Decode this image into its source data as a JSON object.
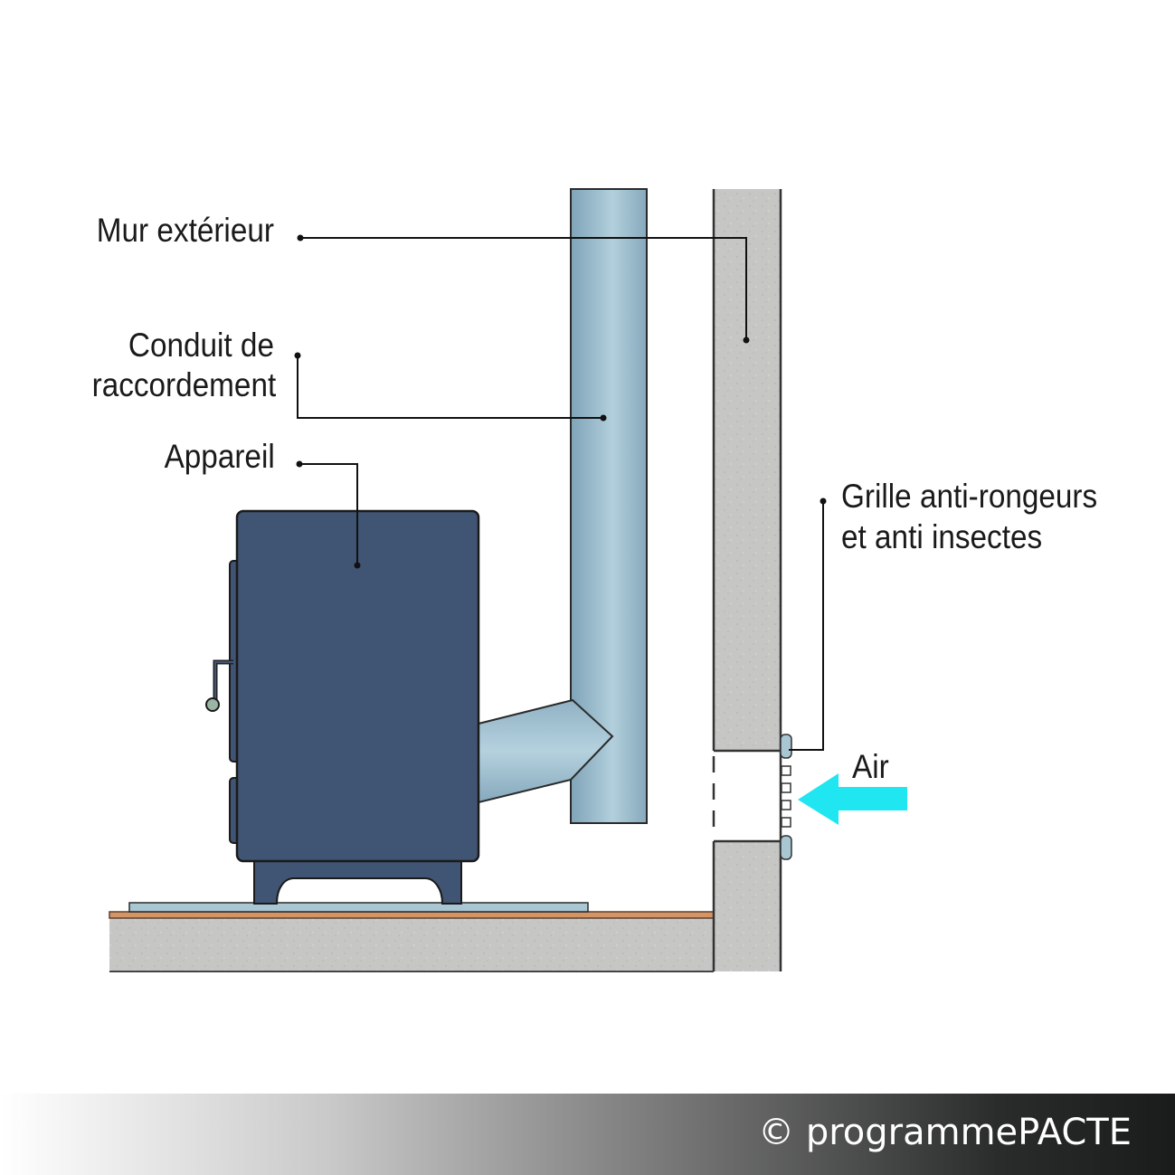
{
  "labels": {
    "wall": "Mur extérieur",
    "duct_line1": "Conduit de",
    "duct_line2": "raccordement",
    "appliance": "Appareil",
    "grille_line1": "Grille anti-rongeurs",
    "grille_line2": "et anti insectes",
    "air": "Air"
  },
  "footer": {
    "copyright": "© programmePACTE"
  },
  "colors": {
    "concrete": "#c7c7c5",
    "appliance": "#405473",
    "flue_pipe": "#9bbccc",
    "air_arrow": "#1fe6f0",
    "hearth_plate": "#a9c6d3",
    "floor_strip": "#d49464"
  }
}
